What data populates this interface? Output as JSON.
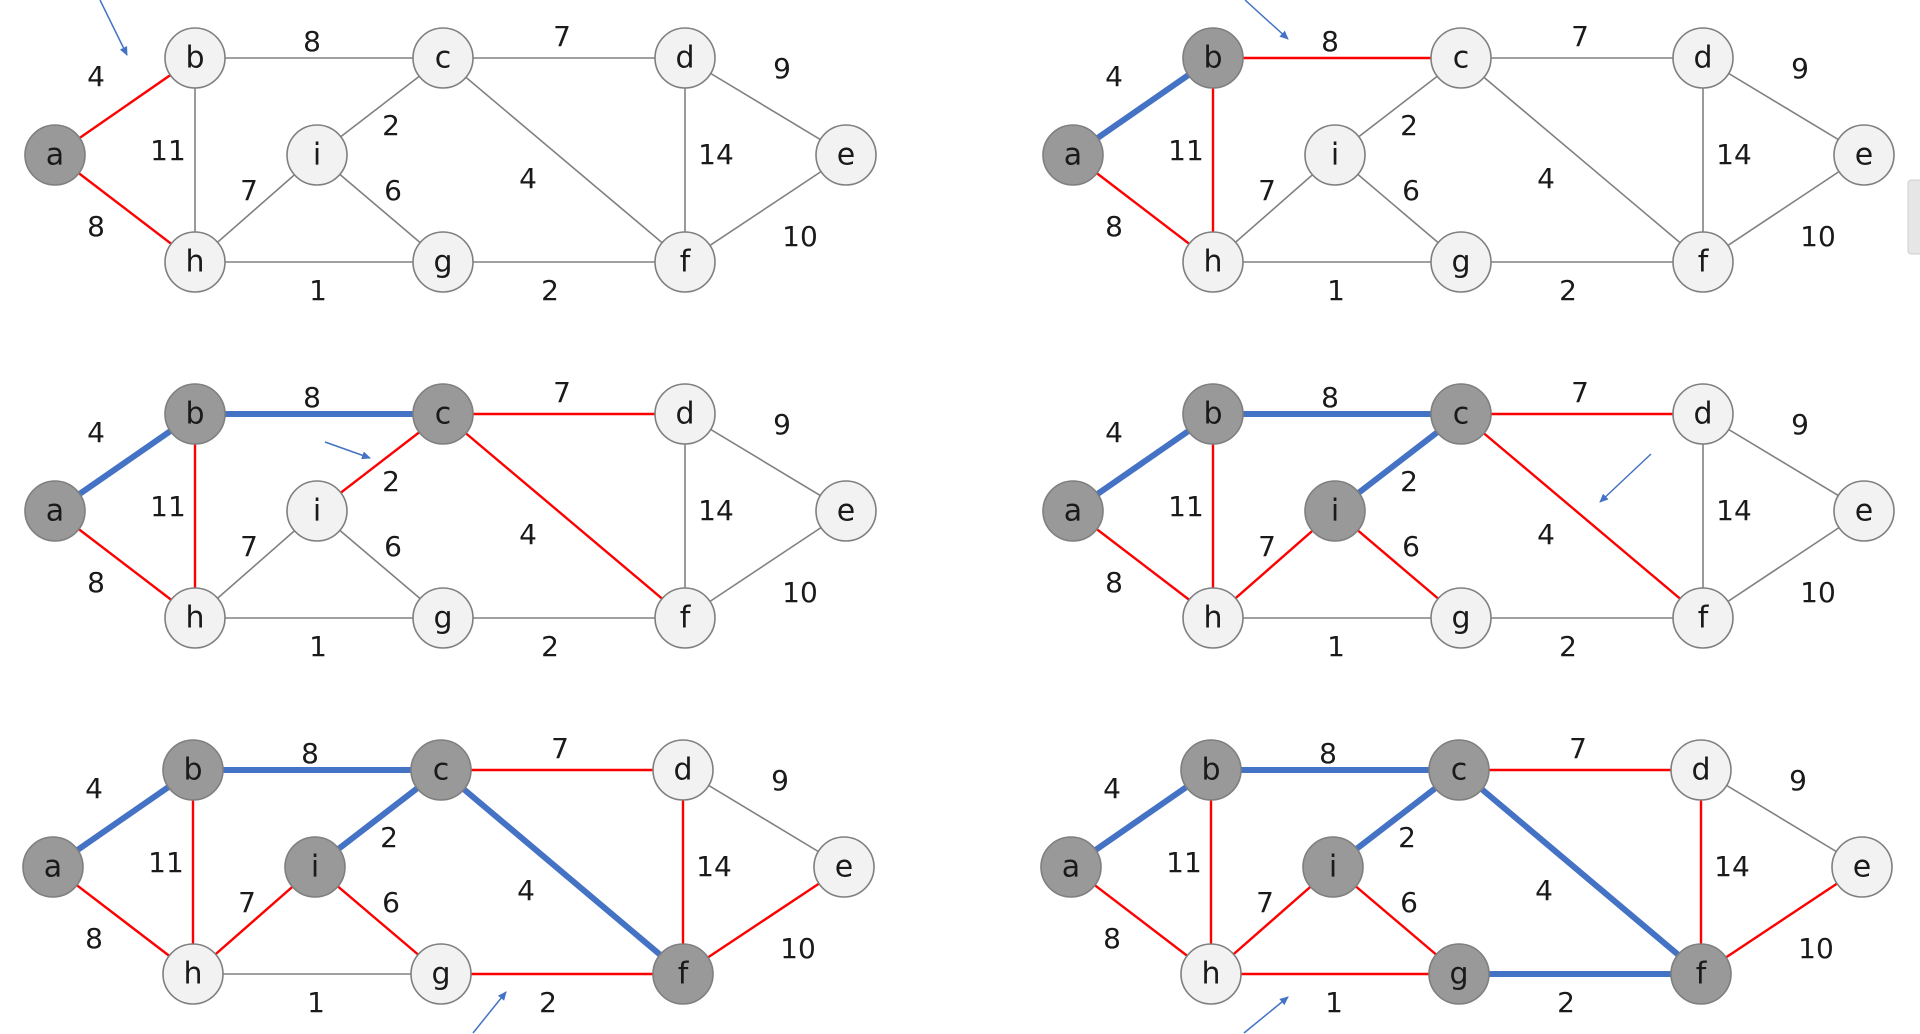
{
  "colors": {
    "default_edge": "#808080",
    "candidate_edge": "#ff0000",
    "tree_edge": "#4472c4",
    "visited_node": "#999999",
    "unvisited_node": "#f2f2f2",
    "arrow": "#4472c4"
  },
  "nodes": [
    "a",
    "b",
    "c",
    "d",
    "e",
    "f",
    "g",
    "h",
    "i"
  ],
  "edges": [
    {
      "u": "a",
      "v": "b",
      "w": "4"
    },
    {
      "u": "a",
      "v": "h",
      "w": "8"
    },
    {
      "u": "b",
      "v": "c",
      "w": "8"
    },
    {
      "u": "b",
      "v": "h",
      "w": "11"
    },
    {
      "u": "c",
      "v": "d",
      "w": "7"
    },
    {
      "u": "c",
      "v": "i",
      "w": "2"
    },
    {
      "u": "c",
      "v": "f",
      "w": "4"
    },
    {
      "u": "d",
      "v": "e",
      "w": "9"
    },
    {
      "u": "d",
      "v": "f",
      "w": "14"
    },
    {
      "u": "e",
      "v": "f",
      "w": "10"
    },
    {
      "u": "f",
      "v": "g",
      "w": "2"
    },
    {
      "u": "g",
      "v": "h",
      "w": "1"
    },
    {
      "u": "g",
      "v": "i",
      "w": "6"
    },
    {
      "u": "h",
      "v": "i",
      "w": "7"
    }
  ],
  "steps": [
    {
      "visited": [
        "a"
      ],
      "tree_edges": [],
      "candidate_edges": [
        "a-b",
        "a-h"
      ],
      "arrow_pointer": "b"
    },
    {
      "visited": [
        "a",
        "b"
      ],
      "tree_edges": [
        "a-b"
      ],
      "candidate_edges": [
        "a-h",
        "b-c",
        "b-h"
      ],
      "arrow_pointer": "b-c"
    },
    {
      "visited": [
        "a",
        "b",
        "c"
      ],
      "tree_edges": [
        "a-b",
        "b-c"
      ],
      "candidate_edges": [
        "a-h",
        "b-h",
        "c-d",
        "c-i",
        "c-f"
      ],
      "arrow_pointer": "c-i"
    },
    {
      "visited": [
        "a",
        "b",
        "c",
        "i"
      ],
      "tree_edges": [
        "a-b",
        "b-c",
        "c-i"
      ],
      "candidate_edges": [
        "a-h",
        "b-h",
        "c-d",
        "c-f",
        "h-i",
        "g-i"
      ],
      "arrow_pointer": "c-f"
    },
    {
      "visited": [
        "a",
        "b",
        "c",
        "i",
        "f"
      ],
      "tree_edges": [
        "a-b",
        "b-c",
        "c-i",
        "c-f"
      ],
      "candidate_edges": [
        "a-h",
        "b-h",
        "c-d",
        "h-i",
        "g-i",
        "d-f",
        "e-f",
        "f-g"
      ],
      "arrow_pointer": "f-g"
    },
    {
      "visited": [
        "a",
        "b",
        "c",
        "i",
        "f",
        "g"
      ],
      "tree_edges": [
        "a-b",
        "b-c",
        "c-i",
        "c-f",
        "f-g"
      ],
      "candidate_edges": [
        "a-h",
        "b-h",
        "c-d",
        "h-i",
        "g-i",
        "d-f",
        "e-f",
        "g-h"
      ],
      "arrow_pointer": "g-h"
    }
  ]
}
